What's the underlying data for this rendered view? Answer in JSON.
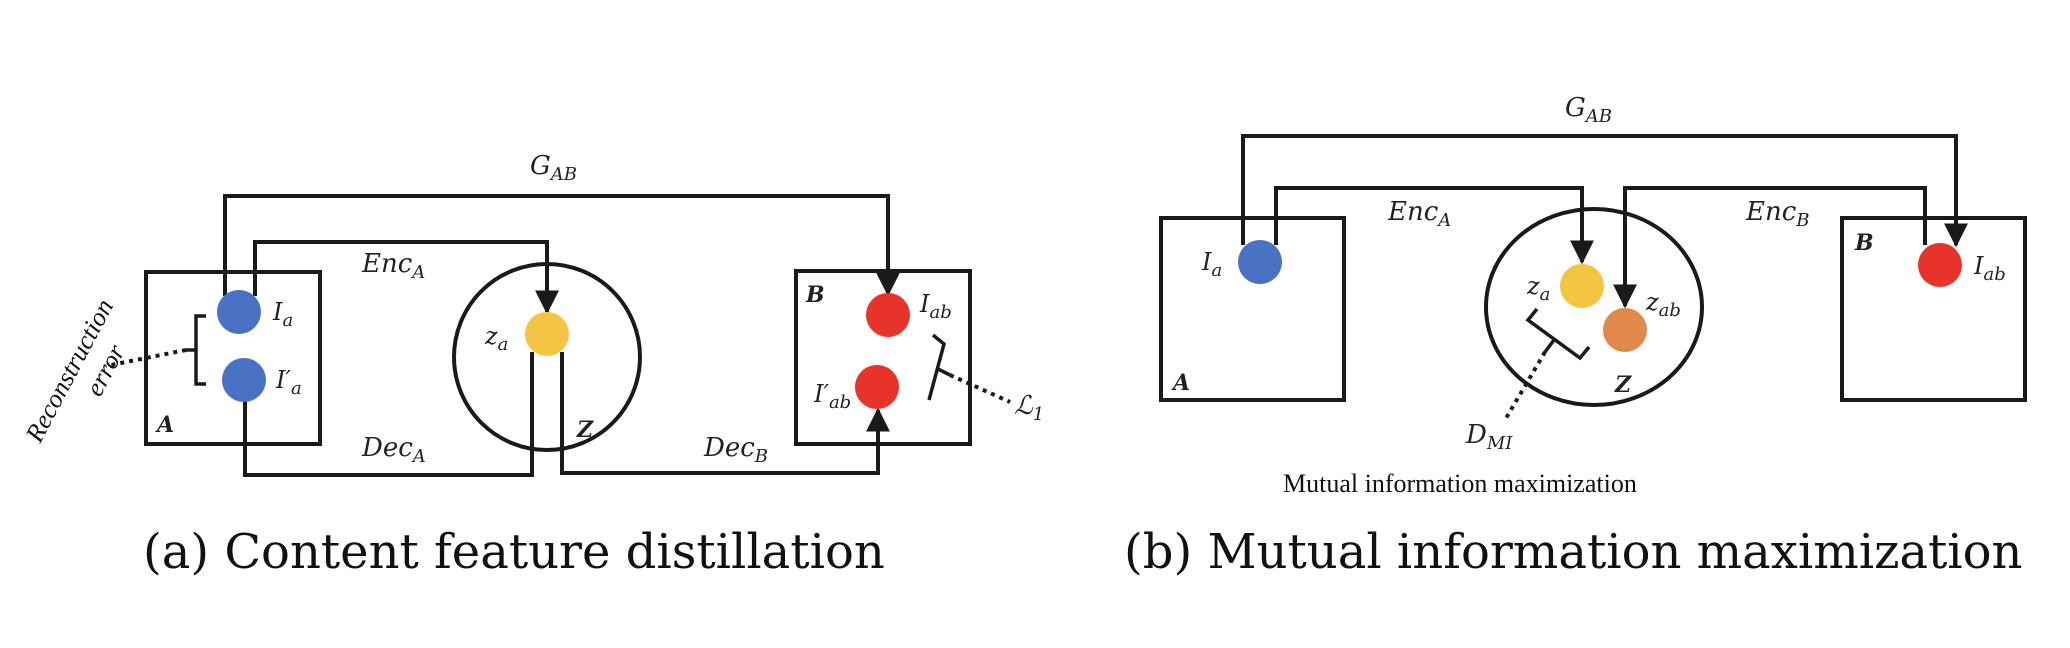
{
  "panel_a": {
    "caption": "(a) Content feature distillation",
    "domain_a_label": "A",
    "domain_b_label": "B",
    "latent_label": "Z",
    "edge_gab": "G",
    "edge_gab_sub": "AB",
    "edge_enc": "Enc",
    "edge_enc_sub": "A",
    "edge_dec_a": "Dec",
    "edge_dec_a_sub": "A",
    "edge_dec_b": "Dec",
    "edge_dec_b_sub": "B",
    "node_ia": "I",
    "node_ia_sub": "a",
    "node_ia_prime": "I′",
    "node_ia_prime_sub": "a",
    "node_za": "z",
    "node_za_sub": "a",
    "node_iab": "I",
    "node_iab_sub": "ab",
    "node_iab_prime": "I′",
    "node_iab_prime_sub": "ab",
    "recon_line1": "Reconstruction",
    "recon_line2": "error",
    "loss_label": "ℒ",
    "loss_sub": "1"
  },
  "panel_b": {
    "caption": "(b) Mutual information maximization",
    "note": "Mutual information maximization",
    "domain_a_label": "A",
    "domain_b_label": "B",
    "latent_label": "Z",
    "edge_gab": "G",
    "edge_gab_sub": "AB",
    "edge_enc_a": "Enc",
    "edge_enc_a_sub": "A",
    "edge_enc_b": "Enc",
    "edge_enc_b_sub": "B",
    "node_ia": "I",
    "node_ia_sub": "a",
    "node_za": "z",
    "node_za_sub": "a",
    "node_zab": "z",
    "node_zab_sub": "ab",
    "node_iab": "I",
    "node_iab_sub": "ab",
    "dmi": "D",
    "dmi_sub": "MI"
  },
  "colors": {
    "blue": "#4a72c4",
    "yellow": "#f4c542",
    "red": "#e8332a",
    "orange": "#e0894a",
    "stroke": "#1a1a1a"
  }
}
